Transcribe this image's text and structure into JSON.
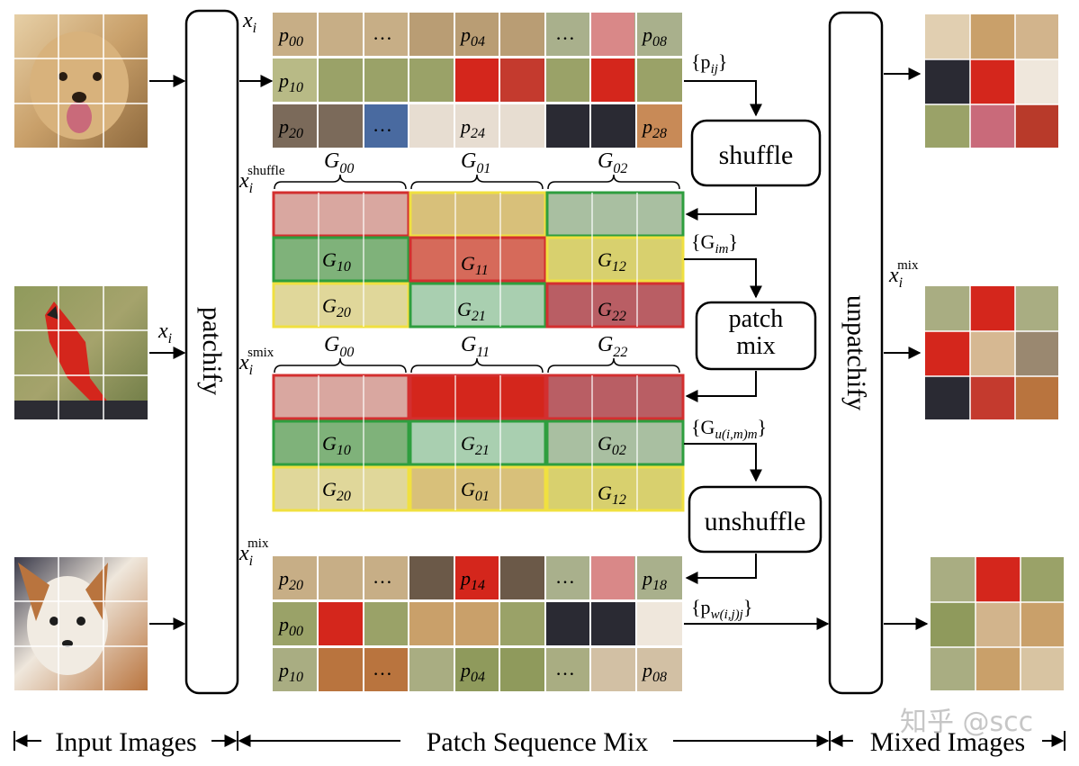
{
  "blocks": {
    "patchify": "patchify",
    "unpatchify": "unpatchify",
    "shuffle": "shuffle",
    "patch_mix_line1": "patch",
    "patch_mix_line2": "mix",
    "unshuffle": "unshuffle"
  },
  "labels": {
    "x_i": "x",
    "sub_i": "i",
    "sup_shuffle": "shuffle",
    "sup_smix": "smix",
    "sup_mix": "mix",
    "p_ij": "{p",
    "p_ij_sub": "ij",
    "p_ij_close": "}",
    "G_im": "{G",
    "G_im_sub": "im",
    "G_im_close": "}",
    "G_u": "{G",
    "G_u_sub": "u(i,m)m",
    "G_u_close": "}",
    "p_w": "{p",
    "p_w_sub": "w(i,j)j",
    "p_w_close": "}"
  },
  "patch_rows": {
    "xi": [
      [
        "p",
        "00",
        "…",
        "p",
        "04",
        "…",
        "p",
        "08"
      ],
      [
        "p",
        "10"
      ],
      [
        "p",
        "20",
        "…",
        "p",
        "24",
        "p",
        "28"
      ]
    ],
    "xmix": [
      [
        "p",
        "20",
        "…",
        "p",
        "14",
        "…",
        "p",
        "18"
      ],
      [
        "p",
        "00"
      ],
      [
        "p",
        "10",
        "…",
        "p",
        "04",
        "…",
        "p",
        "08"
      ]
    ]
  },
  "groups_shuffle": {
    "headers": [
      "G",
      "00",
      "G",
      "01",
      "G",
      "02"
    ],
    "cells": [
      [
        "G",
        "10"
      ],
      [
        "G",
        "11"
      ],
      [
        "G",
        "12"
      ],
      [
        "G",
        "20"
      ],
      [
        "G",
        "21"
      ],
      [
        "G",
        "22"
      ]
    ]
  },
  "groups_smix": {
    "headers": [
      "G",
      "00",
      "G",
      "11",
      "G",
      "22"
    ],
    "cells": [
      [
        "G",
        "10"
      ],
      [
        "G",
        "21"
      ],
      [
        "G",
        "02"
      ],
      [
        "G",
        "20"
      ],
      [
        "G",
        "01"
      ],
      [
        "G",
        "12"
      ]
    ]
  },
  "bottom_bar": {
    "input_images": "Input Images",
    "patch_sequence_mix": "Patch Sequence Mix",
    "mixed_images": "Mixed Images"
  },
  "watermark": "知乎 @scc",
  "colors": {
    "red_group": "#d32f2f",
    "yellow_group": "#f0e040",
    "green_group": "#2e9e3e",
    "dog": "#c9a06a",
    "bird_red": "#d4261c",
    "grass": "#8f9a5c",
    "chihuahua": "#c78a57"
  }
}
